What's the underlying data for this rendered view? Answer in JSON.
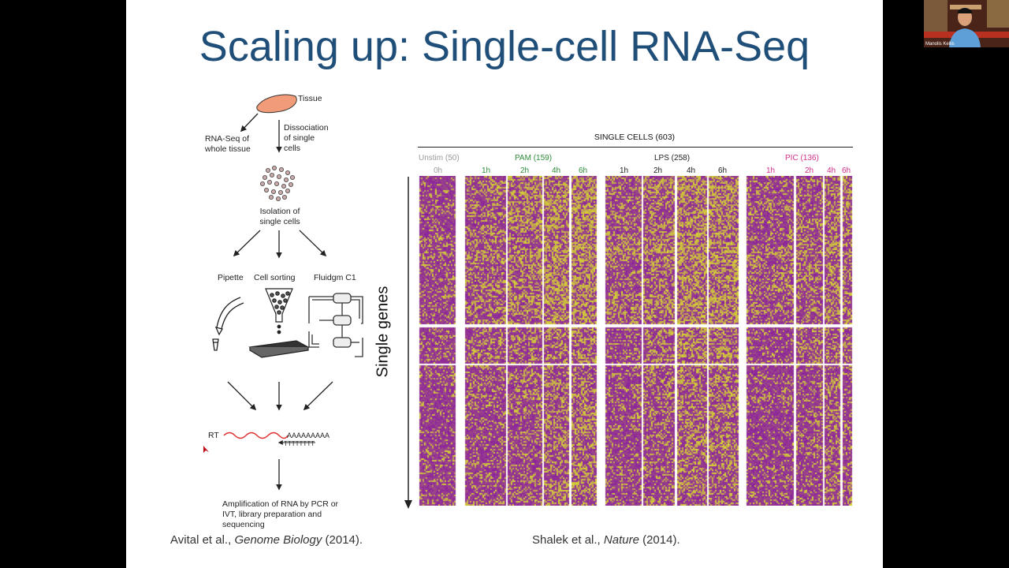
{
  "slide": {
    "title": "Scaling up: Single-cell RNA-Seq",
    "citation_left": {
      "authors": "Avital et al., ",
      "journal": "Genome Biology",
      "year": " (2014)."
    },
    "citation_right": {
      "authors": "Shalek et al., ",
      "journal": "Nature",
      "year": " (2014)."
    }
  },
  "workflow": {
    "tissue": "Tissue",
    "whole_tissue": [
      "RNA-Seq of",
      "whole tissue"
    ],
    "dissociation": [
      "Dissociation",
      "of single",
      "cells"
    ],
    "isolation": [
      "Isolation of",
      "single cells"
    ],
    "methods": [
      "Pipette",
      "Cell sorting",
      "Fluidgm C1"
    ],
    "rt_label": "RT",
    "polya": "AAAAAAAAA",
    "primer": "TTTTTTTT",
    "amplification": [
      "Amplification of RNA by PCR or",
      "IVT, library preparation and",
      "sequencing"
    ]
  },
  "heatmap": {
    "header": "SINGLE CELLS (603)",
    "y_label": "Single genes",
    "groups": [
      {
        "name": "Unstim (50)",
        "color": "#9a9a9a",
        "times": [
          "0h"
        ]
      },
      {
        "name": "PAM (159)",
        "color": "#2e8b3a",
        "times": [
          "1h",
          "2h",
          "4h",
          "6h"
        ]
      },
      {
        "name": "LPS (258)",
        "color": "#222222",
        "times": [
          "1h",
          "2h",
          "4h",
          "6h"
        ]
      },
      {
        "name": "PIC (136)",
        "color": "#d0308a",
        "times": [
          "1h",
          "2h",
          "4h",
          "6h"
        ]
      }
    ],
    "colors": {
      "low": "#8a1fa0",
      "high": "#d8d830"
    }
  },
  "video": {
    "name": "Manolis Kellis"
  }
}
